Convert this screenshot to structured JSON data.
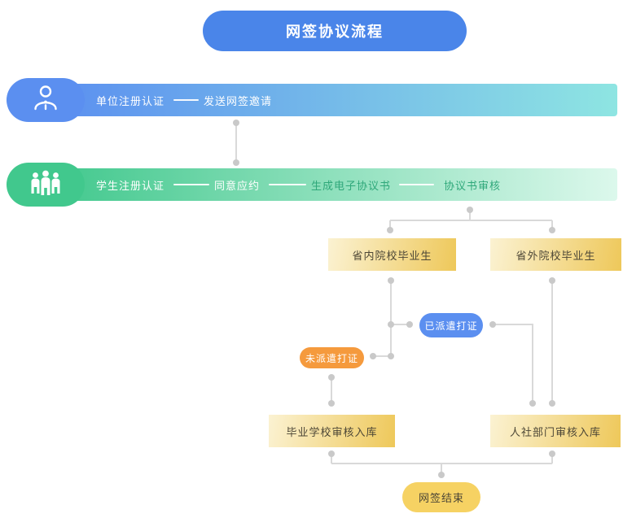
{
  "title": "网签协议流程",
  "rows": [
    {
      "id": "employer-lane",
      "icon": "person-icon",
      "labels": [
        "单位注册认证",
        "发送网签邀请"
      ]
    },
    {
      "id": "student-lane",
      "icon": "people-icon",
      "labels": [
        "学生注册认证",
        "同意应约",
        "生成电子协议书",
        "协议书审核"
      ]
    }
  ],
  "nodes": {
    "province_inside": "省内院校毕业生",
    "province_outside": "省外院校毕业生",
    "dispatched": "已派遣打证",
    "not_dispatched": "未派遣打证",
    "school_review": "毕业学校审核入库",
    "hr_review": "人社部门审核入库",
    "end": "网签结束"
  },
  "colors": {
    "title_blue": "#4a85e9",
    "row_blue": "#5b8ff0",
    "row_blue_end": "#8ee5e2",
    "row_green": "#41c88d",
    "row_green_end": "#dcf8ec",
    "green_text": "#2fa87a",
    "box_grad_start": "#fbf2d2",
    "box_grad_end": "#eec85a",
    "box_text": "#4c4636",
    "blue_pill": "#5b8ff0",
    "orange_pill": "#f59a3d",
    "end_pill": "#f6d263",
    "connector_line": "#d9d9d9",
    "connector_dot": "#c9c9c9"
  }
}
